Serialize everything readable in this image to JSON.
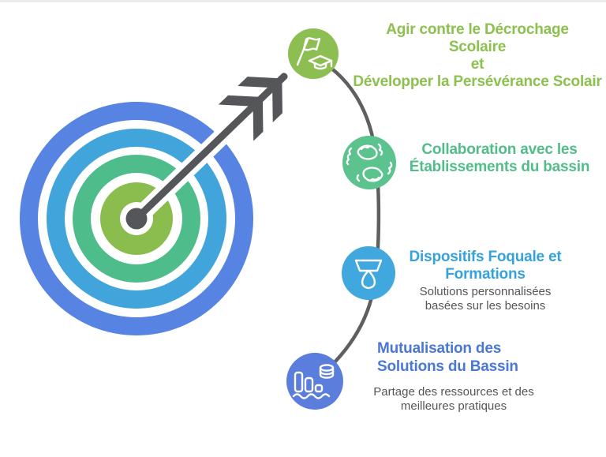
{
  "theme": {
    "background": "#ffffff",
    "top_strip": "#ebebeb",
    "icon_stroke": "#ffffff",
    "subtitle_color": "#54565a"
  },
  "connector": {
    "color": "#5e5f61"
  },
  "target": {
    "label": "bullseye-target",
    "ring_colors": [
      "#5784e2",
      "#ffffff",
      "#41a4da",
      "#ffffff",
      "#4fbd8b",
      "#ffffff",
      "#8abd4d",
      "#ffffff",
      "#55565a"
    ]
  },
  "arrow": {
    "color": "#55565a",
    "halo_color": "#ffffff"
  },
  "steps": [
    {
      "icon": "flag-graduation-icon",
      "circle_color": "#8cbe52",
      "title_color": "#8cc04f",
      "title_lines": [
        "Agir contre le Décrochage",
        "Scolaire",
        "et",
        "Développer la Persévérance Scolair"
      ],
      "subtitle_lines": []
    },
    {
      "icon": "hands-collaboration-icon",
      "circle_color": "#5cc38e",
      "title_color": "#53bd8a",
      "title_lines": [
        "Collaboration avec les",
        "Établissements du bassin"
      ],
      "subtitle_lines": []
    },
    {
      "icon": "lamp-icon",
      "circle_color": "#41a8df",
      "title_color": "#35a2da",
      "title_lines": [
        "Dispositifs Foquale et",
        "Formations"
      ],
      "subtitle_color": "#54565a",
      "subtitle_lines": [
        "Solutions personnalisées",
        "basées sur les besoins"
      ]
    },
    {
      "icon": "bar-chart-coins-icon",
      "circle_color": "#5b7edd",
      "title_color": "#4a78d2",
      "title_lines": [
        "Mutualisation des",
        "Solutions du Bassin"
      ],
      "subtitle_color": "#54565a",
      "subtitle_lines": [
        "Partage des ressources et des",
        "meilleures pratiques"
      ]
    }
  ]
}
